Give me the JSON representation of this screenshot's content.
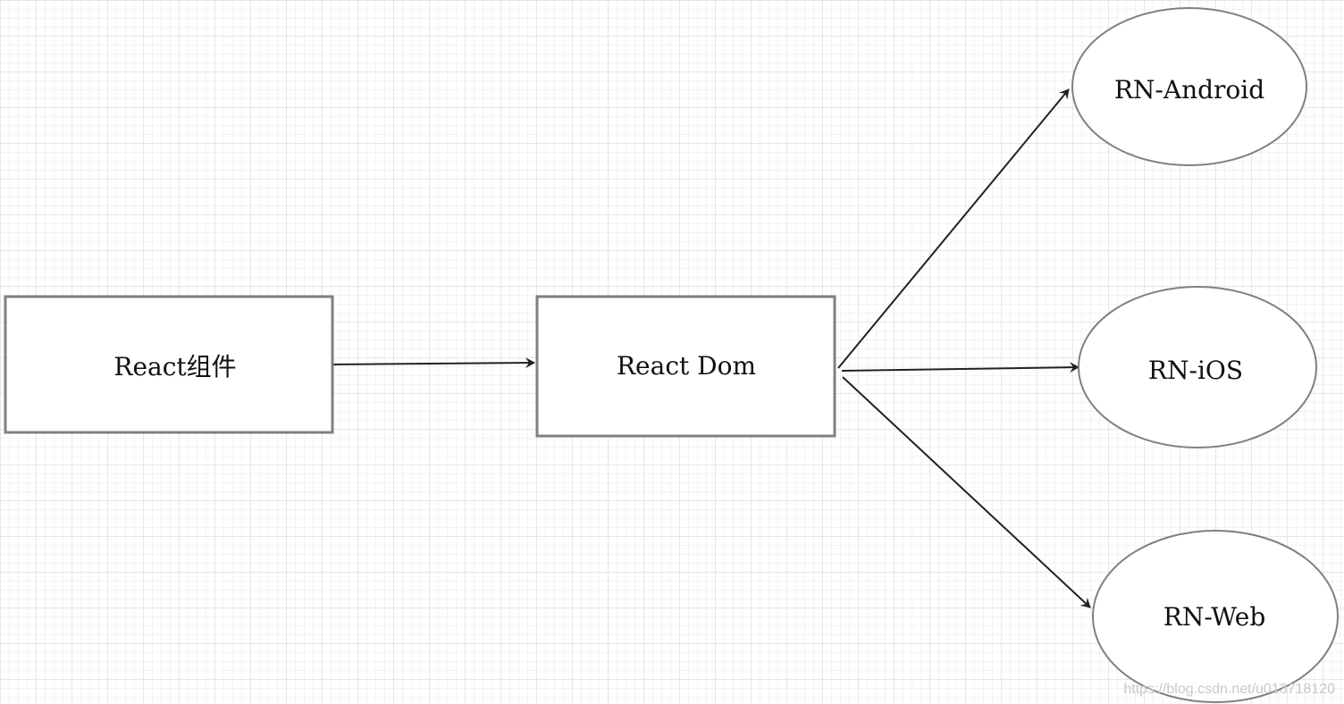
{
  "diagram": {
    "nodes": {
      "react_component": {
        "label": "React组件",
        "shape": "rectangle"
      },
      "react_dom": {
        "label": "React Dom",
        "shape": "rectangle"
      },
      "rn_android": {
        "label": "RN-Android",
        "shape": "ellipse"
      },
      "rn_ios": {
        "label": "RN-iOS",
        "shape": "ellipse"
      },
      "rn_web": {
        "label": "RN-Web",
        "shape": "ellipse"
      }
    },
    "edges": [
      {
        "from": "react_component",
        "to": "react_dom"
      },
      {
        "from": "react_dom",
        "to": "rn_android"
      },
      {
        "from": "react_dom",
        "to": "rn_ios"
      },
      {
        "from": "react_dom",
        "to": "rn_web"
      }
    ],
    "colors": {
      "node_stroke": "#808080",
      "edge": "#222222",
      "label": "#111111",
      "grid": "#e6e6e6"
    }
  },
  "watermark": "https://blog.csdn.net/u013718120"
}
